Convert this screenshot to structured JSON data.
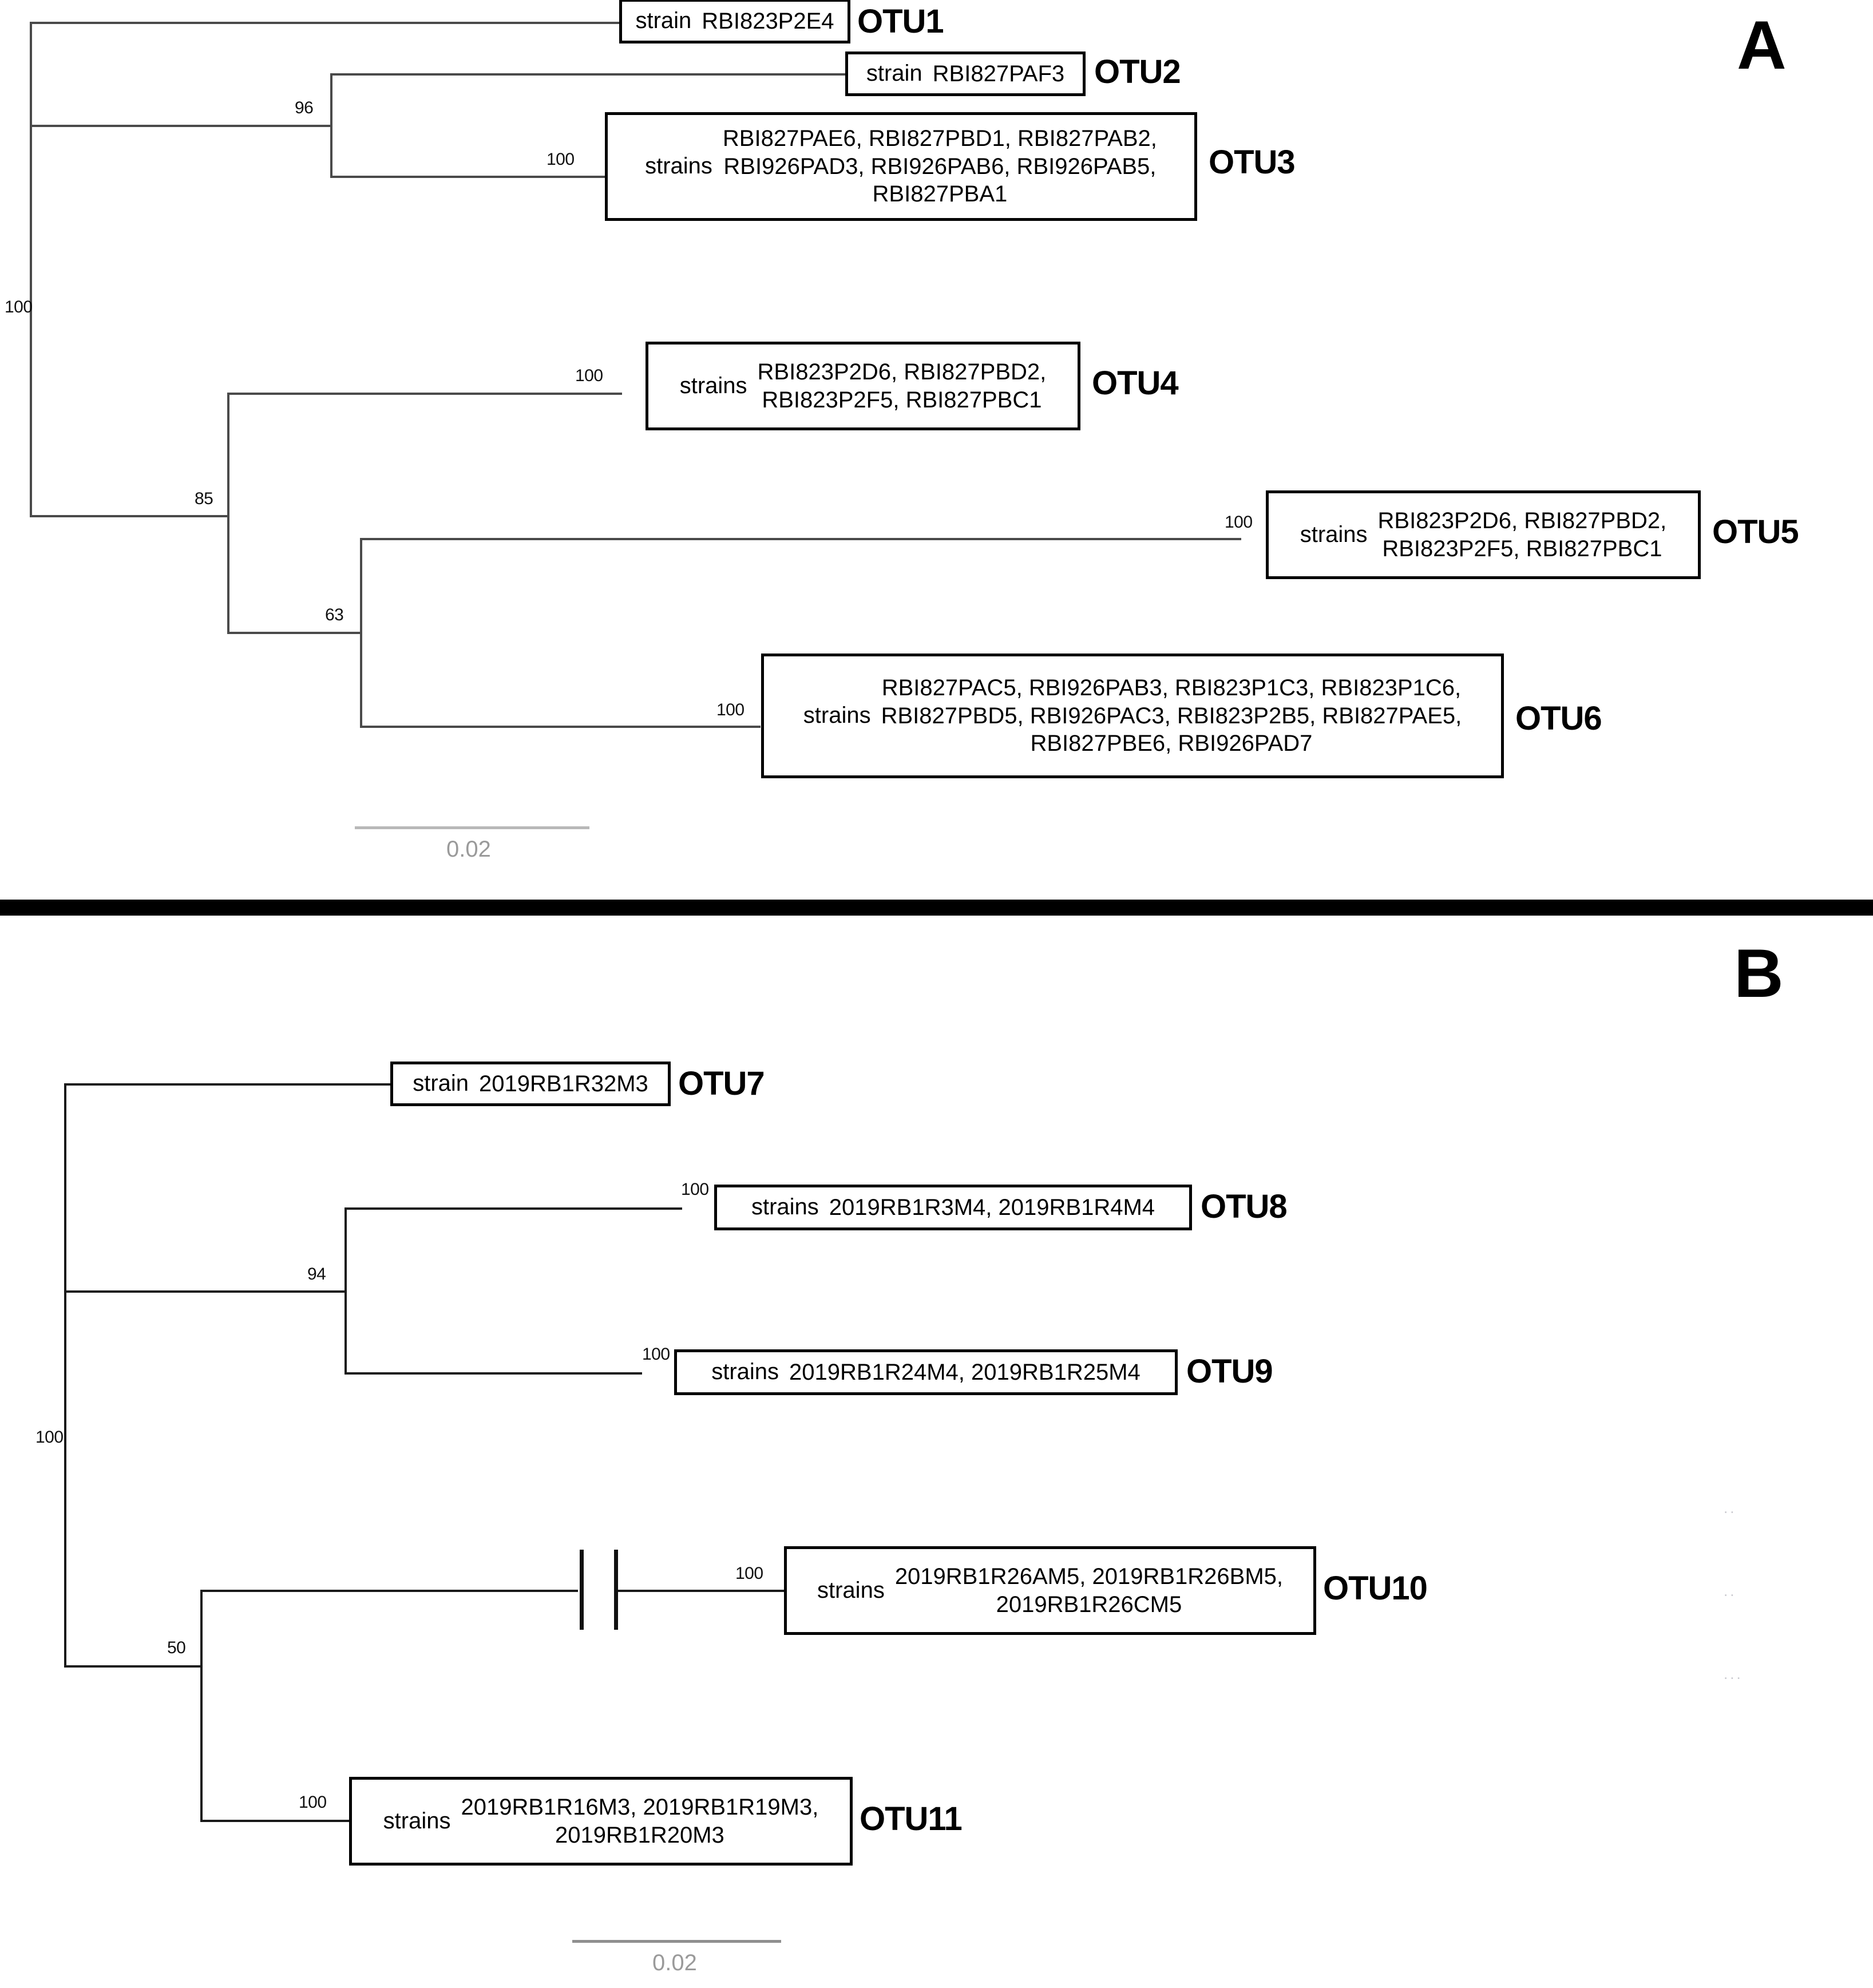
{
  "figure": {
    "type": "phylogenetic-tree-figure",
    "panels": [
      {
        "letter": "A",
        "scale_bar": {
          "value": "0.02"
        },
        "root_bootstrap": "100",
        "internal_nodes": [
          {
            "id": "node-96",
            "value": "96"
          },
          {
            "id": "node-85",
            "value": "85"
          },
          {
            "id": "node-63",
            "value": "63"
          }
        ],
        "tips": [
          {
            "otu": "OTU1",
            "prefix": "strain",
            "strains_text": "RBI823P2E4",
            "bootstrap": ""
          },
          {
            "otu": "OTU2",
            "prefix": "strain",
            "strains_text": "RBI827PAF3",
            "bootstrap": ""
          },
          {
            "otu": "OTU3",
            "prefix": "strains",
            "strains_text": "RBI827PAE6, RBI827PBD1, RBI827PAB2,\nRBI926PAD3, RBI926PAB6, RBI926PAB5,\nRBI827PBA1",
            "bootstrap": "100"
          },
          {
            "otu": "OTU4",
            "prefix": "strains",
            "strains_text": "RBI823P2D6, RBI827PBD2,\nRBI823P2F5, RBI827PBC1",
            "bootstrap": "100"
          },
          {
            "otu": "OTU5",
            "prefix": "strains",
            "strains_text": "RBI823P2D6, RBI827PBD2,\nRBI823P2F5, RBI827PBC1",
            "bootstrap": "100"
          },
          {
            "otu": "OTU6",
            "prefix": "strains",
            "strains_text": "RBI827PAC5, RBI926PAB3, RBI823P1C3, RBI823P1C6,\nRBI827PBD5, RBI926PAC3, RBI823P2B5, RBI827PAE5,\nRBI827PBE6, RBI926PAD7",
            "bootstrap": "100"
          }
        ]
      },
      {
        "letter": "B",
        "scale_bar": {
          "value": "0.02"
        },
        "root_bootstrap": "100",
        "internal_nodes": [
          {
            "id": "node-94",
            "value": "94"
          },
          {
            "id": "node-50",
            "value": "50"
          }
        ],
        "tips": [
          {
            "otu": "OTU7",
            "prefix": "strain",
            "strains_text": "2019RB1R32M3",
            "bootstrap": ""
          },
          {
            "otu": "OTU8",
            "prefix": "strains",
            "strains_text": "2019RB1R3M4, 2019RB1R4M4",
            "bootstrap": "100"
          },
          {
            "otu": "OTU9",
            "prefix": "strains",
            "strains_text": "2019RB1R24M4, 2019RB1R25M4",
            "bootstrap": "100"
          },
          {
            "otu": "OTU10",
            "prefix": "strains",
            "strains_text": "2019RB1R26AM5, 2019RB1R26BM5,\n2019RB1R26CM5",
            "bootstrap": "100"
          },
          {
            "otu": "OTU11",
            "prefix": "strains",
            "strains_text": "2019RB1R16M3, 2019RB1R19M3,\n2019RB1R20M3",
            "bootstrap": "100"
          }
        ]
      }
    ],
    "artifacts": [
      "..",
      "..",
      "..."
    ]
  }
}
